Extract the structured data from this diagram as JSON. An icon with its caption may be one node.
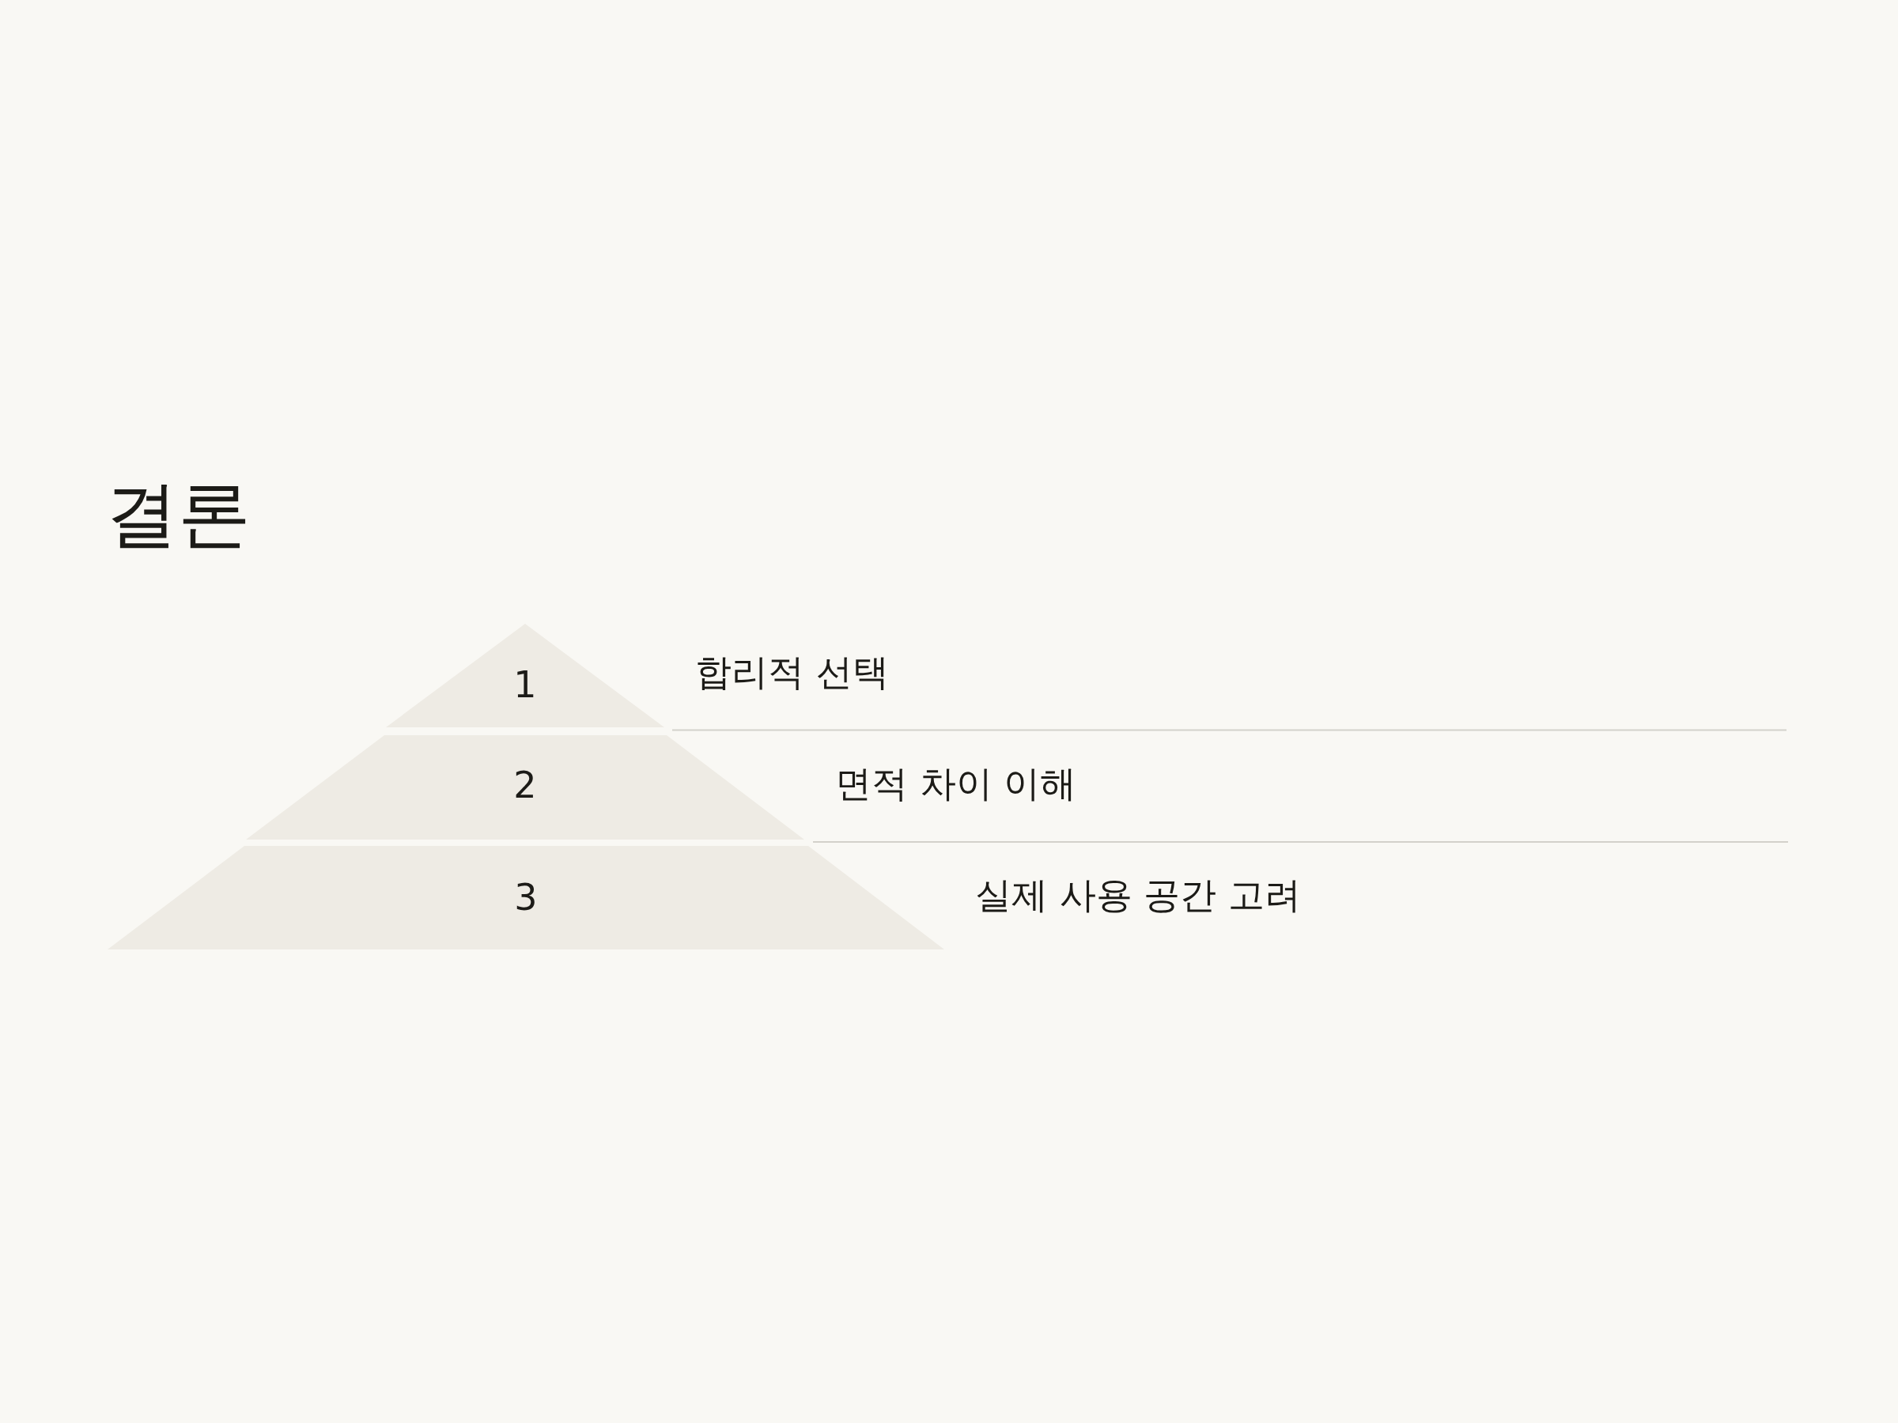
{
  "diagram": {
    "title": "결론",
    "nodes": [
      {
        "text": [
          "1"
        ],
        "beside": [
          "합리적 선택"
        ]
      },
      {
        "text": [
          "2"
        ],
        "beside": [
          "면적 차이 이해"
        ]
      },
      {
        "text": [
          "3"
        ],
        "beside": [
          "실제 사용 공간 고려"
        ]
      }
    ]
  }
}
